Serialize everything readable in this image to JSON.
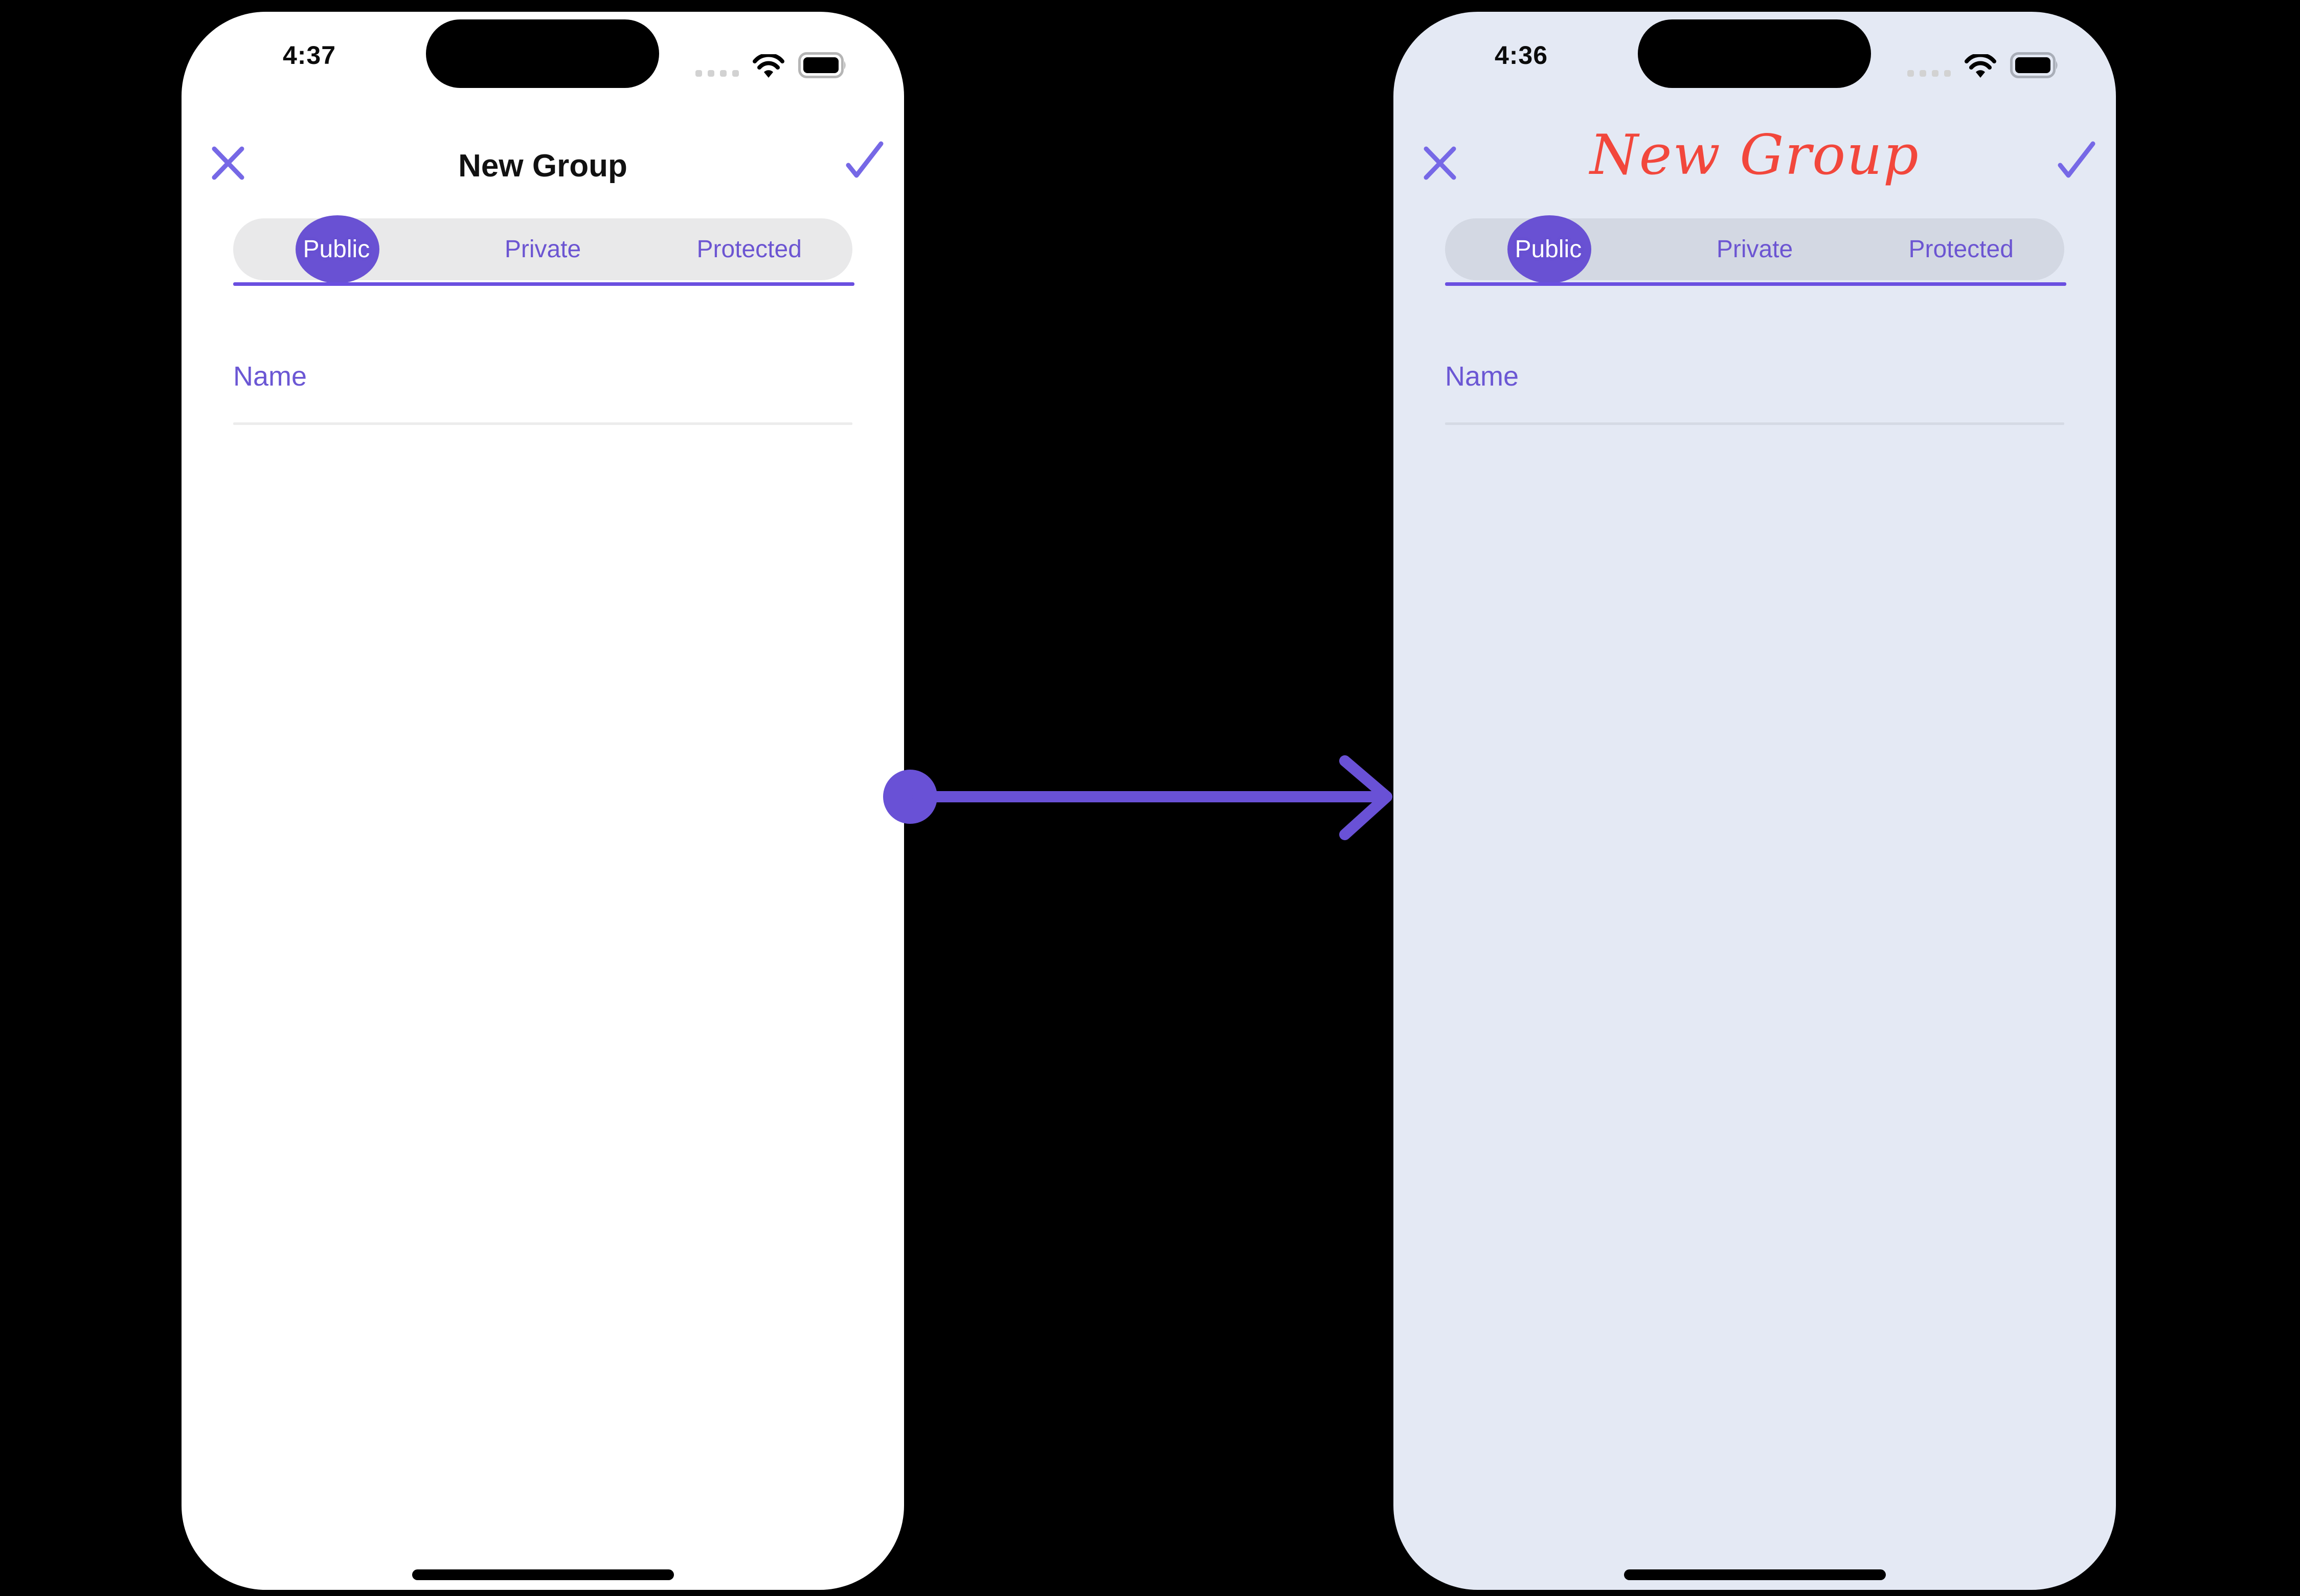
{
  "colors": {
    "canvas_background": "#000000",
    "accent_purple": "#6C55D2",
    "icon_purple": "#7668E6",
    "pill_purple": "#6951D3",
    "underline_purple": "#6A4FE0",
    "arrow_purple": "#6951D6",
    "script_title_red": "#F2473C",
    "left_screen_bg": "#FFFFFF",
    "right_screen_bg": "#E4E9F4",
    "left_control_bg": "#E9E9EA",
    "right_control_bg": "#D3D8E3",
    "left_field_line": "#ECECEC",
    "right_field_line": "#D5DAE4"
  },
  "arrow": {
    "icon": "arrow-right",
    "direction": "left-phone-to-right-phone"
  },
  "phones": {
    "left": {
      "status_bar": {
        "time": "4:37",
        "icons": [
          "cellular-dots-icon",
          "wifi-icon",
          "battery-icon"
        ]
      },
      "nav": {
        "close_icon": "close-x",
        "title": "New Group",
        "confirm_icon": "checkmark"
      },
      "tabs": [
        {
          "label": "Public",
          "selected": true
        },
        {
          "label": "Private",
          "selected": false
        },
        {
          "label": "Protected",
          "selected": false
        }
      ],
      "form": {
        "name_placeholder": "Name",
        "name_value": ""
      }
    },
    "right": {
      "status_bar": {
        "time": "4:36",
        "icons": [
          "cellular-dots-icon",
          "wifi-icon",
          "battery-icon"
        ]
      },
      "nav": {
        "close_icon": "close-x",
        "title": "New Group",
        "title_style": "red-script",
        "confirm_icon": "checkmark"
      },
      "tabs": [
        {
          "label": "Public",
          "selected": true
        },
        {
          "label": "Private",
          "selected": false
        },
        {
          "label": "Protected",
          "selected": false
        }
      ],
      "form": {
        "name_placeholder": "Name",
        "name_value": ""
      }
    }
  }
}
